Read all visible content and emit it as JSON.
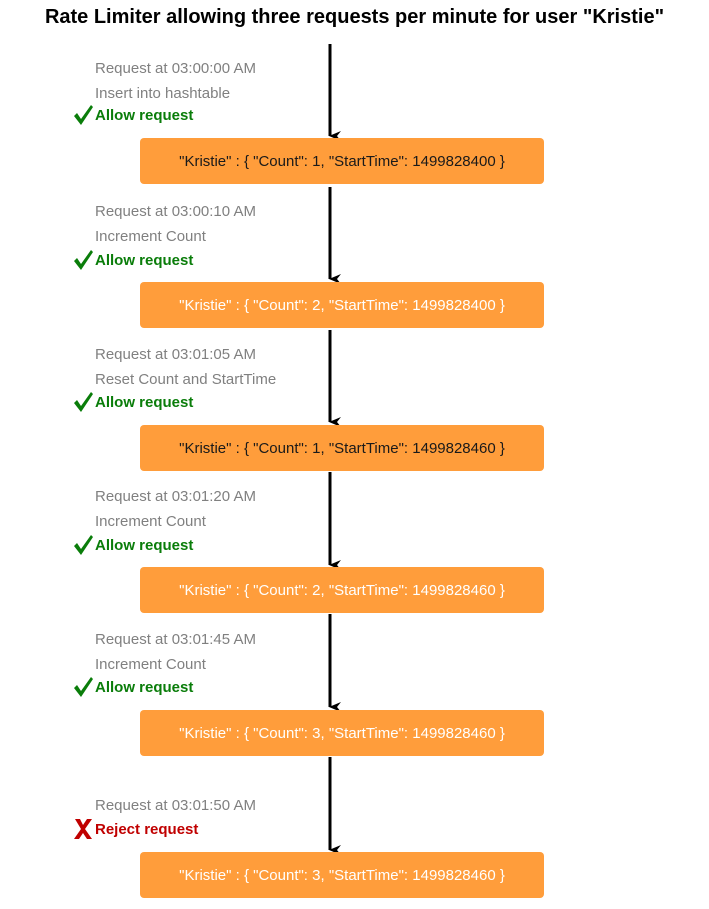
{
  "title": "Rate Limiter allowing three requests per minute for user \"Kristie\"",
  "colors": {
    "box_fill": "#ff9d3b",
    "note_text": "#808080",
    "allow_green": "#0a7d0a",
    "reject_red": "#c00000",
    "arrow": "#000000"
  },
  "steps": [
    {
      "note_lines": [
        "Request at 03:00:00 AM",
        "Insert into hashtable"
      ],
      "status": {
        "type": "allow",
        "icon": "check-icon",
        "label": "Allow request"
      },
      "box_text": "\"Kristie\" : { \"Count\": 1, \"StartTime\": 1499828400 }"
    },
    {
      "note_lines": [
        "Request at 03:00:10 AM",
        "Increment Count"
      ],
      "status": {
        "type": "allow",
        "icon": "check-icon",
        "label": "Allow request"
      },
      "box_text": "\"Kristie\" : { \"Count\": 2, \"StartTime\": 1499828400 }"
    },
    {
      "note_lines": [
        "Request at 03:01:05 AM",
        "Reset Count and StartTime"
      ],
      "status": {
        "type": "allow",
        "icon": "check-icon",
        "label": "Allow request"
      },
      "box_text": "\"Kristie\" : { \"Count\": 1, \"StartTime\": 1499828460 }"
    },
    {
      "note_lines": [
        "Request at 03:01:20 AM",
        "Increment Count"
      ],
      "status": {
        "type": "allow",
        "icon": "check-icon",
        "label": "Allow request"
      },
      "box_text": "\"Kristie\" : { \"Count\": 2, \"StartTime\": 1499828460 }"
    },
    {
      "note_lines": [
        "Request at 03:01:45 AM",
        "Increment Count"
      ],
      "status": {
        "type": "allow",
        "icon": "check-icon",
        "label": "Allow request"
      },
      "box_text": "\"Kristie\" : { \"Count\": 3, \"StartTime\": 1499828460 }"
    },
    {
      "note_lines": [
        "Request at 03:01:50 AM"
      ],
      "status": {
        "type": "reject",
        "icon": "x-icon",
        "label": "Reject request"
      },
      "box_text": "\"Kristie\" : { \"Count\": 3, \"StartTime\": 1499828460 }"
    }
  ]
}
